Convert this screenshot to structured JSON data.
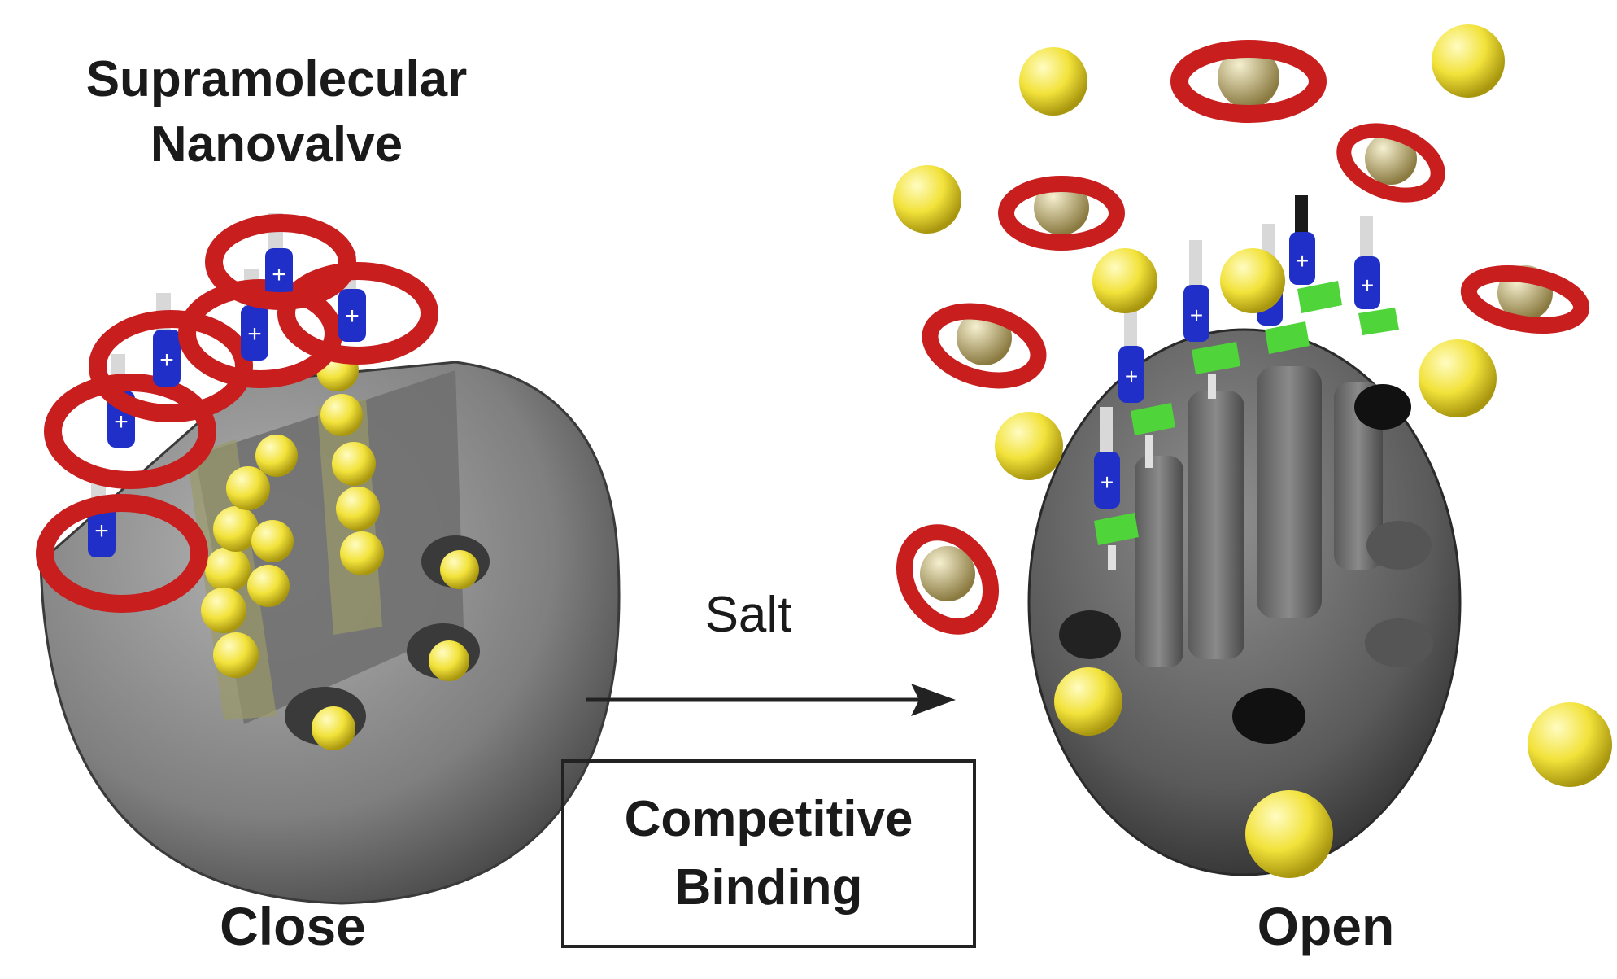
{
  "title": {
    "line1": "Supramolecular",
    "line2": "Nanovalve"
  },
  "left_state": "Close",
  "right_state": "Open",
  "arrow_label": "Salt",
  "box": {
    "line1": "Competitive",
    "line2": "Binding"
  },
  "colors": {
    "particle_body": "#8a8a8a",
    "ring": "#c81e1e",
    "cargo": "#f2e23a",
    "stalk": "#1f2fc8",
    "stalk_tip": "#d8d8d8",
    "anchor": "#4fd43a",
    "text": "#1a1a1a"
  }
}
